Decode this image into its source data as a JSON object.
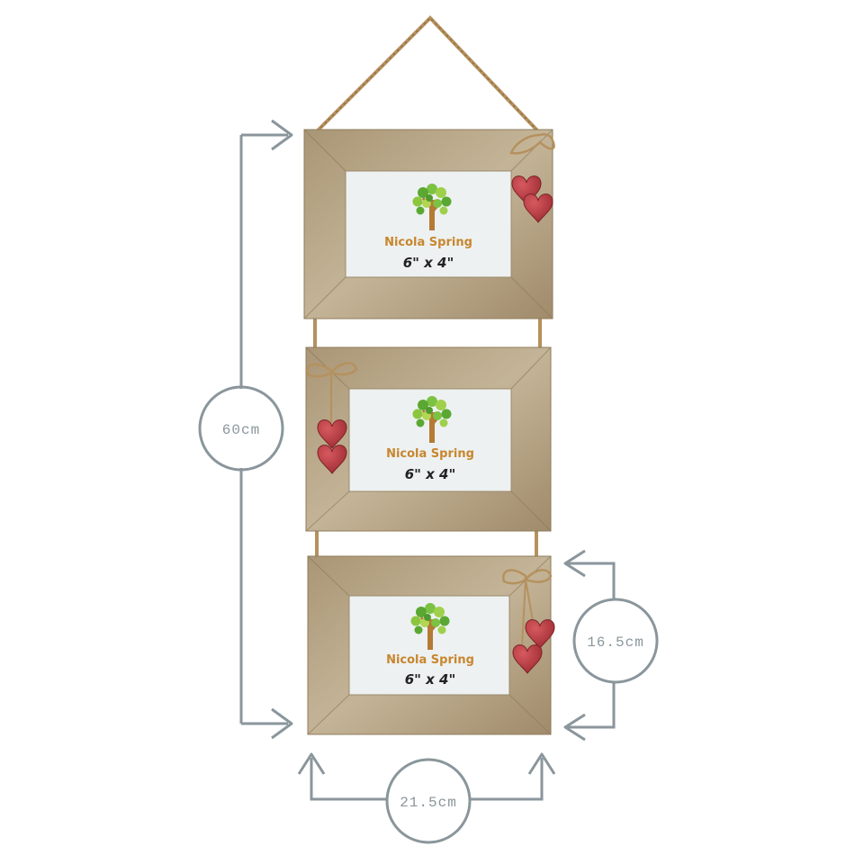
{
  "product": {
    "frames": [
      {
        "brand": "Nicola Spring",
        "size": "6\" x 4\""
      },
      {
        "brand": "Nicola Spring",
        "size": "6\" x 4\""
      },
      {
        "brand": "Nicola Spring",
        "size": "6\" x 4\""
      }
    ]
  },
  "dimensions": {
    "height": "60cm",
    "frame_height": "16.5cm",
    "width": "21.5cm"
  },
  "colors": {
    "dimension_line": "#8a969c",
    "wood": "#b8a68a",
    "heart": "#b8383f",
    "twine": "#b5915e",
    "brand": "#c8862e"
  }
}
